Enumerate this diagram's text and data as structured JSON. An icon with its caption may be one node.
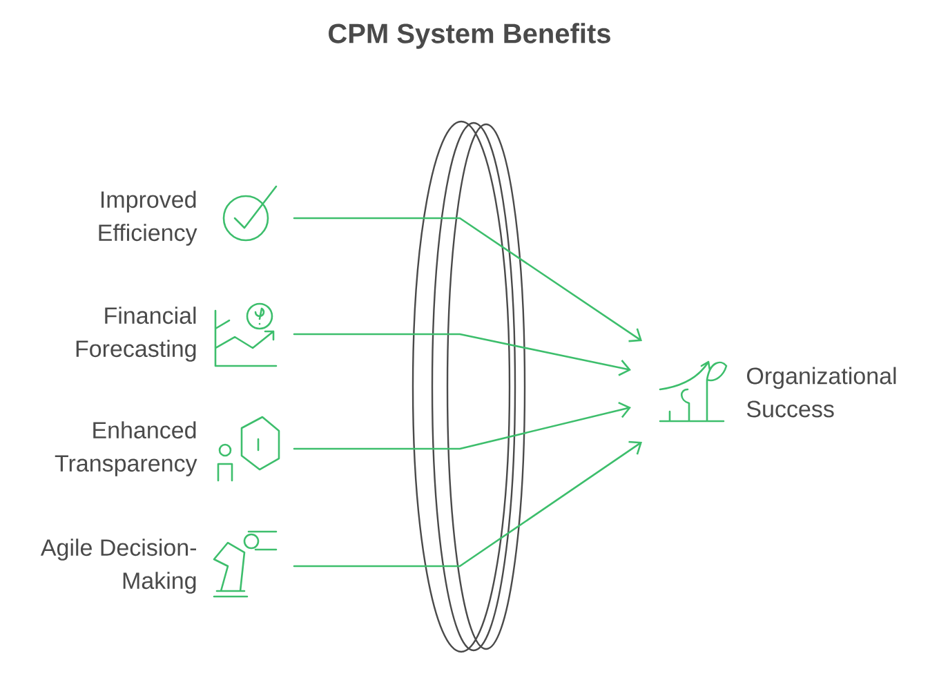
{
  "diagram": {
    "title": "CPM System Benefits",
    "nodes": [
      {
        "text": [
          "Improved Efficiency"
        ]
      },
      {
        "text": [
          "Financial Forecasting"
        ]
      },
      {
        "text": [
          "Enhanced Transparency"
        ]
      },
      {
        "text": [
          "Agile Decision-Making"
        ]
      },
      {
        "text": [
          "Organizational Success"
        ]
      }
    ],
    "edges": [
      {
        "from": 0,
        "to": 4,
        "arrow": "to"
      },
      {
        "from": 1,
        "to": 4,
        "arrow": "to"
      },
      {
        "from": 2,
        "to": 4,
        "arrow": "to"
      },
      {
        "from": 3,
        "to": 4,
        "arrow": "to"
      }
    ]
  }
}
